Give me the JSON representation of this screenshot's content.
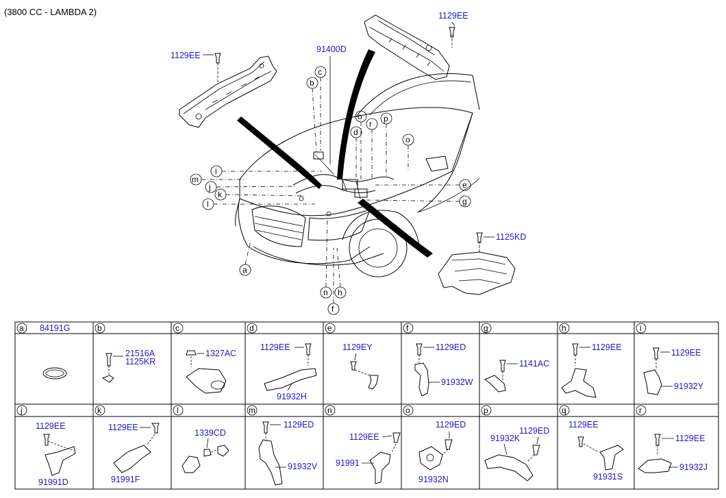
{
  "title": "(3800 CC - LAMBDA 2)",
  "main_parts": {
    "bracket_left_bolt": "1129EE",
    "bracket_right_bolt": "1129EE",
    "harness": "91400D",
    "fuse_box_bolt": "1125KD"
  },
  "callouts": [
    "a",
    "b",
    "c",
    "d",
    "e",
    "f",
    "g",
    "h",
    "i",
    "j",
    "k",
    "l",
    "m",
    "n",
    "o",
    "p",
    "q",
    "r"
  ],
  "cells": [
    {
      "letter": "a",
      "parts": [
        "84191G"
      ]
    },
    {
      "letter": "b",
      "parts": [
        "21516A",
        "1125KR"
      ]
    },
    {
      "letter": "c",
      "parts": [
        "1327AC"
      ]
    },
    {
      "letter": "d",
      "parts": [
        "1129EE",
        "91932H"
      ]
    },
    {
      "letter": "e",
      "parts": [
        "1129EY"
      ]
    },
    {
      "letter": "f",
      "parts": [
        "1129ED",
        "91932W"
      ]
    },
    {
      "letter": "g",
      "parts": [
        "1141AC"
      ]
    },
    {
      "letter": "h",
      "parts": [
        "1129EE"
      ]
    },
    {
      "letter": "i",
      "parts": [
        "1129EE",
        "91932Y"
      ]
    },
    {
      "letter": "j",
      "parts": [
        "1129EE",
        "91991D"
      ]
    },
    {
      "letter": "k",
      "parts": [
        "1129EE",
        "91991F"
      ]
    },
    {
      "letter": "l",
      "parts": [
        "1339CD"
      ]
    },
    {
      "letter": "m",
      "parts": [
        "1129ED",
        "91932V"
      ]
    },
    {
      "letter": "n",
      "parts": [
        "1129EE",
        "91991"
      ]
    },
    {
      "letter": "o",
      "parts": [
        "1129ED",
        "91932N"
      ]
    },
    {
      "letter": "p",
      "parts": [
        "91932K",
        "1129ED"
      ]
    },
    {
      "letter": "q",
      "parts": [
        "1129EE",
        "91931S"
      ]
    },
    {
      "letter": "r",
      "parts": [
        "1129EE",
        "91932J"
      ]
    }
  ],
  "colors": {
    "part_number": "#1a1ad0",
    "line": "#000000",
    "background": "#ffffff"
  }
}
